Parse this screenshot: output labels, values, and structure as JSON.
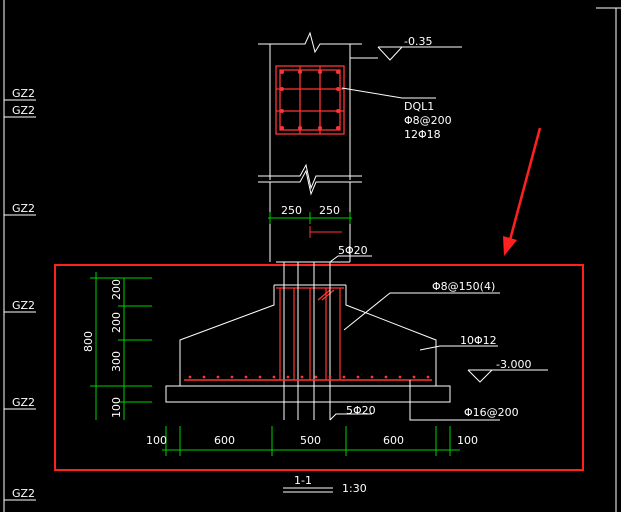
{
  "section": {
    "title": "1-1",
    "scale": "1:30"
  },
  "grid_labels": [
    "GZ2",
    "GZ2",
    "GZ2",
    "GZ2",
    "GZ2",
    "GZ2"
  ],
  "elevations": {
    "top": "-0.35",
    "base": "-3.000"
  },
  "column": {
    "id": "DQL1",
    "stirrups": "Φ8@200",
    "main_bars": "12Φ18"
  },
  "widths": {
    "left": "250",
    "right": "250"
  },
  "rebar": {
    "top_bars": "5Φ20",
    "bottom_bars": "5Φ20",
    "stirrups": "Φ8@150(4)",
    "slope_bars": "10Φ12",
    "base_mesh": "Φ16@200"
  },
  "vertical_dims": {
    "total": "800",
    "segments": [
      "200",
      "200",
      "300",
      "100"
    ]
  },
  "horizontal_dims": [
    "100",
    "600",
    "500",
    "600",
    "100"
  ],
  "colors": {
    "highlight": "#ff2020",
    "dim": "#00d000",
    "rebar": "#ff3333",
    "line": "#ffffff"
  }
}
